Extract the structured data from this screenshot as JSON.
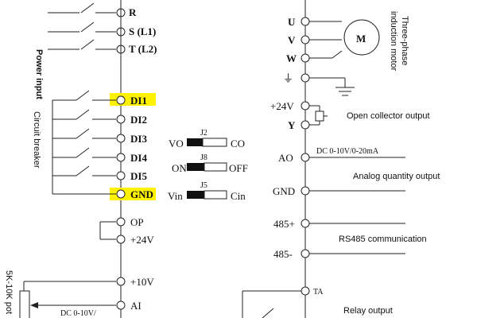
{
  "power": {
    "side_label": "Power input",
    "terminals": [
      "R",
      "S (L1)",
      "T (L2)"
    ]
  },
  "inputs": {
    "side_label": "Circuit breaker",
    "terminals": [
      "DI1",
      "DI2",
      "DI3",
      "DI4",
      "DI5",
      "GND"
    ],
    "highlighted": [
      "DI1",
      "GND"
    ],
    "highlight_color": "#fff200"
  },
  "supply": {
    "op": "OP",
    "v24": "+24V",
    "v10": "+10V",
    "ai": "AI",
    "ai_note": "DC 0-10V/",
    "pot_label": "5K-10K pot"
  },
  "jumpers": [
    {
      "name": "J2",
      "left": "VO",
      "right": "CO"
    },
    {
      "name": "J8",
      "left": "ON",
      "right": "OFF"
    },
    {
      "name": "J5",
      "left": "Vin",
      "right": "Cin"
    }
  ],
  "motor": {
    "terminals": [
      "U",
      "V",
      "W"
    ],
    "symbol": "M",
    "label_line1": "Three-phase",
    "label_line2": "induction motor"
  },
  "outputs": {
    "v24": "+24V",
    "y": "Y",
    "oc_note": "Open collector output",
    "ao": "AO",
    "ao_range": "DC 0-10V/0-20mA",
    "ao_note": "Analog quantity output",
    "gnd": "GND",
    "p485": "485+",
    "n485": "485-",
    "rs485_note": "RS485 communication",
    "ta": "TA",
    "relay_note": "Relay output"
  }
}
